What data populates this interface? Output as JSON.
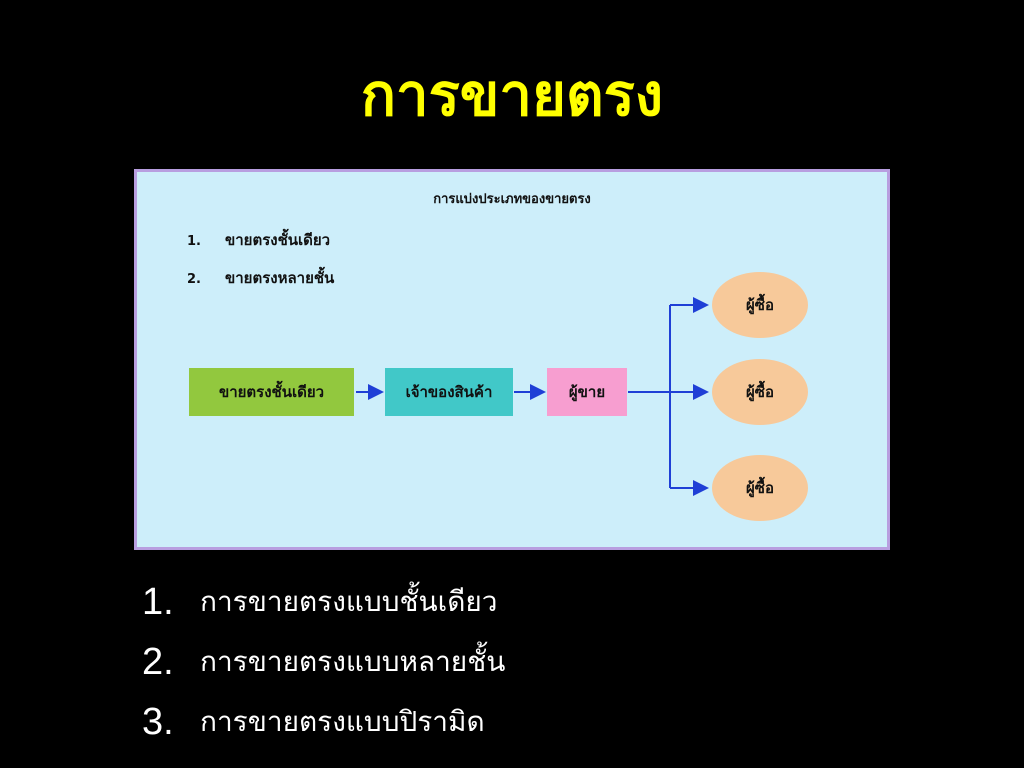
{
  "slide": {
    "title": "การขายตรง"
  },
  "diagram": {
    "title": "การแบ่งประเภทของขายตรง",
    "list": [
      {
        "num": "1.",
        "text": "ขายตรงชั้นเดียว"
      },
      {
        "num": "2.",
        "text": "ขายตรงหลายชั้น"
      }
    ],
    "boxes": [
      {
        "text": "ขายตรงชั้นเดียว",
        "color": "#92c83e"
      },
      {
        "text": "เจ้าของสินค้า",
        "color": "#41c8c8"
      },
      {
        "text": "ผู้ขาย",
        "color": "#f79ed0"
      }
    ],
    "buyers": [
      "ผู้ซื้อ",
      "ผู้ซื้อ",
      "ผู้ซื้อ"
    ],
    "arrow_color": "#1f3fd6",
    "background_color": "#cdeefa"
  },
  "bullets": [
    {
      "num": "1.",
      "text": "การขายตรงแบบชั้นเดียว"
    },
    {
      "num": "2.",
      "text": "การขายตรงแบบหลายชั้น"
    },
    {
      "num": "3.",
      "text": "การขายตรงแบบปิรามิด"
    }
  ]
}
